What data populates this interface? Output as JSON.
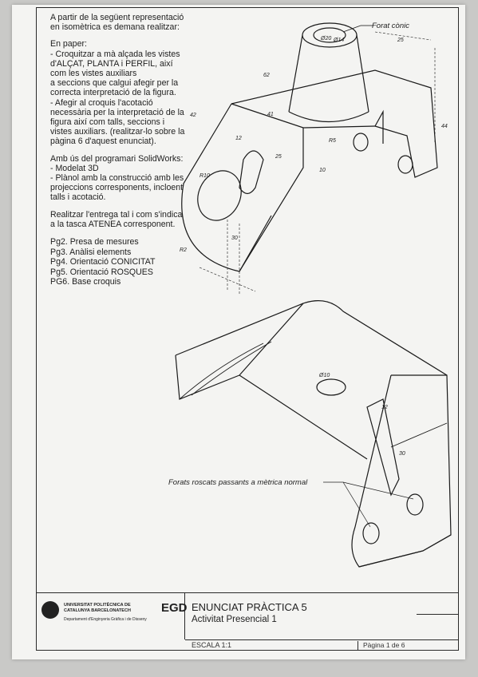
{
  "intro": {
    "p1": "A partir de la següent representació en isomètrica es demana realitzar:",
    "p2_lines": [
      "En paper:",
      "- Croquitzar a mà alçada les vistes d'ALÇAT, PLANTA i PERFIL, així com les vistes auxiliars",
      "a seccions que calgui afegir per la correcta interpretació de la figura.",
      "- Afegir al croquis l'acotació necessària per la interpretació de la figura així com talls, seccions i vistes auxiliars. (realitzar-lo sobre la pàgina 6 d'aquest enunciat)."
    ],
    "p3_lines": [
      "Amb ús del programari SolidWorks:",
      "- Modelat 3D",
      "- Plànol amb la construcció amb les projeccions corresponents, incloent talls i acotació."
    ],
    "p4": "Realitzar l'entrega tal i com s'indica a la tasca ATENEA corresponent.",
    "pages": [
      "Pg2. Presa de mesures",
      "Pg3. Anàlisi elements",
      "Pg4. Orientació CONICITAT",
      "Pg5. Orientació ROSQUES",
      "PG6. Base croquis"
    ]
  },
  "callouts": {
    "forat_conic": "Forat cònic",
    "forats_roscats": "Forats roscats passants a mètrica normal"
  },
  "dimensions": [
    "Ø20",
    "Ø14",
    "25",
    "44",
    "62",
    "42",
    "41",
    "12",
    "25",
    "30",
    "R10",
    "R2",
    "10",
    "R5",
    "Ø10",
    "12",
    "30"
  ],
  "title_block": {
    "university": "UNIVERSITAT POLITÈCNICA DE CATALUNYA BARCELONATECH",
    "department": "Departament d'Enginyeria Gràfica i de Disseny",
    "egd_logo_text": "EGD",
    "title": "ENUNCIAT PRÀCTICA 5",
    "subtitle": "Activitat Presencial 1",
    "scale": "ESCALA 1:1",
    "page": "Pàgina 1 de 6"
  }
}
